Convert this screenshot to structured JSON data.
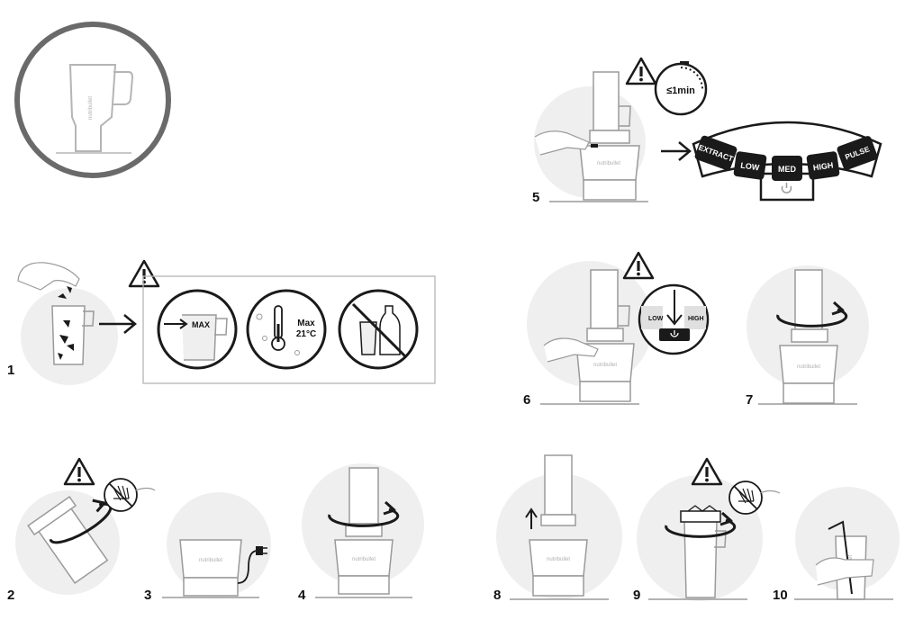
{
  "brand": "nutribullet",
  "steps": [
    {
      "number": "1"
    },
    {
      "number": "2"
    },
    {
      "number": "3"
    },
    {
      "number": "4"
    },
    {
      "number": "5"
    },
    {
      "number": "6"
    },
    {
      "number": "7"
    },
    {
      "number": "8"
    },
    {
      "number": "9"
    },
    {
      "number": "10"
    }
  ],
  "fill_guide": {
    "max_label": "MAX",
    "temp_line1": "Max",
    "temp_line2": "21°C"
  },
  "timer": {
    "label": "≤1min"
  },
  "control_panel": {
    "buttons": [
      "EXTRACT",
      "LOW",
      "MED",
      "HIGH",
      "PULSE"
    ],
    "power_icon": "power-icon"
  },
  "step6_panel": {
    "left": "LOW",
    "right": "HIGH"
  },
  "colors": {
    "line": "#9a9a9a",
    "dark": "#1a1a1a",
    "circle_bg": "#efefef",
    "ring": "#6a6a6a"
  }
}
